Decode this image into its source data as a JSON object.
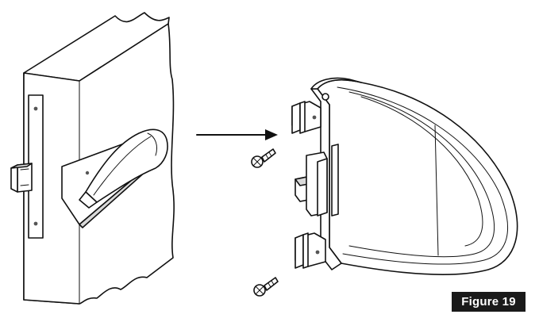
{
  "figure": {
    "label": "Figure 19"
  },
  "parts": {
    "left": "door-with-lever-and-latch",
    "right": "lever-housing-cover",
    "fasteners": [
      "screw-icon",
      "screw-icon"
    ],
    "direction": "arrow-right-icon"
  },
  "colors": {
    "line": "#111111",
    "label_bg": "#1a1a1a",
    "label_text": "#ffffff",
    "background": "#ffffff"
  }
}
